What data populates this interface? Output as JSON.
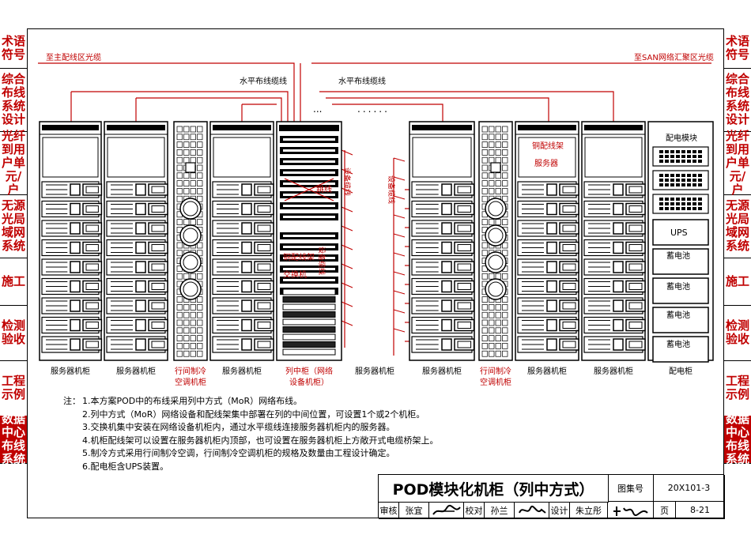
{
  "sidebar_left": [
    {
      "label": "术语\n符号",
      "highlight": false
    },
    {
      "label": "综合\n布线\n系统\n设计",
      "highlight": false
    },
    {
      "label": "光纤\n到用\n户单\n元/户",
      "highlight": false
    },
    {
      "label": "无源\n光局\n域网\n系统",
      "highlight": false
    },
    {
      "label": "施工",
      "highlight": false
    },
    {
      "label": "检测\n验收",
      "highlight": false
    },
    {
      "label": "工程\n示例",
      "highlight": false
    },
    {
      "label": "数据\n中心\n布线\n系统",
      "highlight": true
    }
  ],
  "sidebar_right": [
    {
      "label": "术语\n符号",
      "highlight": false
    },
    {
      "label": "综合\n布线\n系统\n设计",
      "highlight": false
    },
    {
      "label": "光纤\n到用\n户单\n元/户",
      "highlight": false
    },
    {
      "label": "无源\n光局\n域网\n系统",
      "highlight": false
    },
    {
      "label": "施工",
      "highlight": false
    },
    {
      "label": "检测\n验收",
      "highlight": false
    },
    {
      "label": "工程\n示例",
      "highlight": false
    },
    {
      "label": "数据\n中心\n布线\n系统",
      "highlight": true
    }
  ],
  "diagram": {
    "top_left_cable": "至主配线区光缆",
    "top_right_cable": "至SAN网络汇聚区光缆",
    "horizontal_cable_left": "水平布线缆线",
    "horizontal_cable_right": "水平布线缆线",
    "ellipsis_small": "...",
    "ellipsis_large": "......",
    "labels": {
      "patch": "跳线",
      "equipment_cable_1": "设备缆线",
      "equipment_cable_2": "设备缆线",
      "equipment_cable_3": "设备缆线",
      "copper_patch_panel_1": "铜配线架",
      "copper_patch_panel_2": "铜配线架",
      "switch": "交换机",
      "server": "服务器",
      "power_module": "配电模块",
      "ups": "UPS",
      "battery": "蓄电池"
    },
    "cabinets": [
      {
        "label": "服务器机柜"
      },
      {
        "label": "服务器机柜"
      },
      {
        "label": "行间制冷\n空调机柜"
      },
      {
        "label": "服务器机柜"
      },
      {
        "label": "列中柜（网络\n设备机柜）"
      },
      {
        "label": "服务器机柜"
      },
      {
        "label": "服务器机柜"
      },
      {
        "label": "行间制冷\n空调机柜"
      },
      {
        "label": "服务器机柜"
      },
      {
        "label": "服务器机柜"
      },
      {
        "label": "配电柜"
      }
    ]
  },
  "notes": {
    "lead": "注：",
    "items": [
      "1.本方案POD中的布线采用列中方式（MoR）网络布线。",
      "2.列中方式（MoR）网络设备和配线架集中部署在列的中间位置，可设置1个或2个机柜。",
      "3.交换机集中安装在网络设备机柜内，通过水平缆线连接服务器机柜内的服务器。",
      "4.机柜配线架可以设置在服务器机柜内顶部，也可设置在服务器机柜上方敞开式电缆桥架上。",
      "5.制冷方式采用行间制冷空调，行间制冷空调机柜的规格及数量由工程设计确定。",
      "6.配电柜含UPS装置。"
    ]
  },
  "title_block": {
    "title": "POD模块化机柜（列中方式）",
    "atlas_label": "图集号",
    "atlas_no": "20X101-3",
    "review_label": "审核",
    "reviewer": "张宜",
    "check_label": "校对",
    "checker": "孙兰",
    "design_label": "设计",
    "designer": "朱立彤",
    "page_label": "页",
    "page_no": "8-21"
  },
  "colors": {
    "accent": "#c00000",
    "line": "#000000"
  }
}
